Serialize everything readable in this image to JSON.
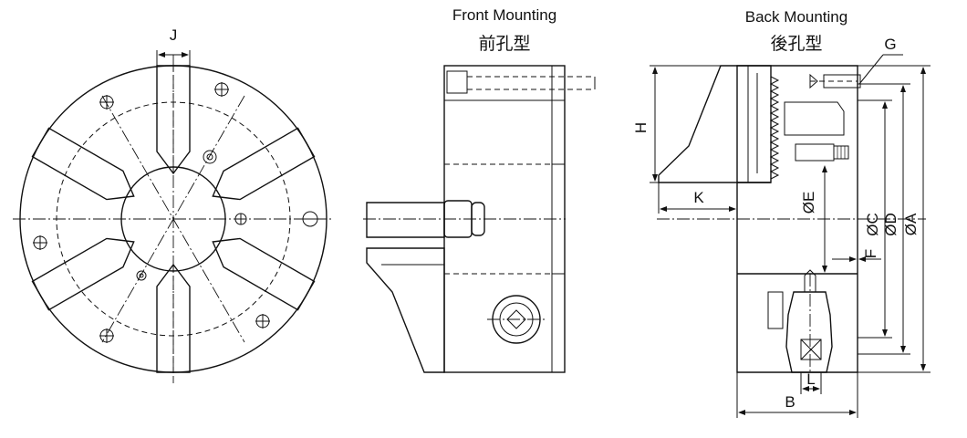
{
  "titles": {
    "front_en": "Front Mounting",
    "front_zh": "前孔型",
    "back_en": "Back Mounting",
    "back_zh": "後孔型"
  },
  "dimension_labels": {
    "J": "J",
    "H": "H",
    "K": "K",
    "G": "G",
    "E": "ØE",
    "C": "ØC",
    "D": "ØD",
    "A": "ØA",
    "F": "F",
    "L": "L",
    "B": "B"
  }
}
